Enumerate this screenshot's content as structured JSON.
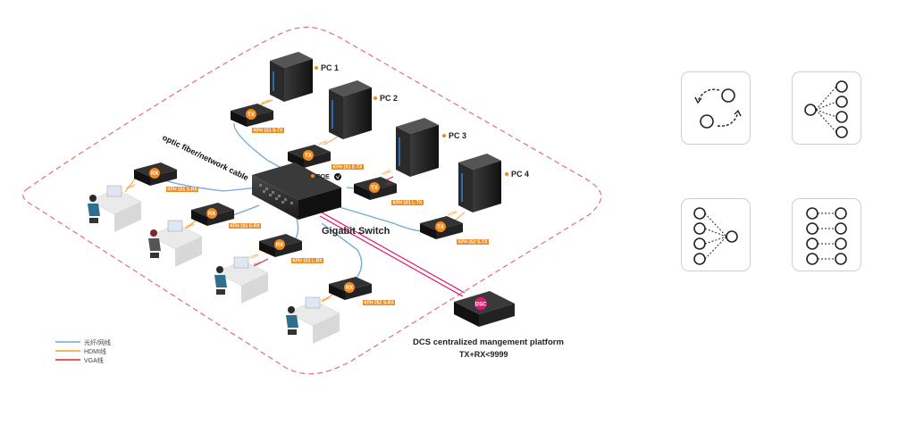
{
  "pcs": [
    "PC 1",
    "PC 2",
    "PC 3",
    "PC 4"
  ],
  "tx_badge": "TX",
  "rx_badge": "RX",
  "dsc_badge": "DSC",
  "tx_models": [
    "KFH 151 S-TX",
    "KFH 151 E-TX",
    "KFH 151 L-TX",
    "KFH 252 S-TX"
  ],
  "rx_models": [
    "KFH 151 S-RX",
    "KFH 151 E-RX",
    "KFH 151 L-RX",
    "KFH 252 S-RX"
  ],
  "port_label_hdmi": "HDMI",
  "port_label_vga": "VGA",
  "cable_label": "optic fiber/network cable",
  "poe_label": "POE",
  "switch_label": "Gigabit Switch",
  "platform_label": "DCS centralized mangement platform",
  "platform_capacity": "TX+RX<9999",
  "legend": [
    {
      "label": "光纤/网线",
      "color": "#6fa8dc"
    },
    {
      "label": "HDMI线",
      "color": "#f0a030"
    },
    {
      "label": "VGA线",
      "color": "#e0242d"
    }
  ],
  "colors": {
    "accent_orange": "#f08a1c",
    "fiber_blue": "#6fa8dc",
    "vga_red": "#e0242d",
    "dsc_pink": "#e0196e",
    "dashed_border": "#e07070"
  },
  "mode_tiles": [
    {
      "name": "point-to-point-icon"
    },
    {
      "name": "one-to-many-icon"
    },
    {
      "name": "many-to-one-icon"
    },
    {
      "name": "many-to-many-icon"
    }
  ]
}
